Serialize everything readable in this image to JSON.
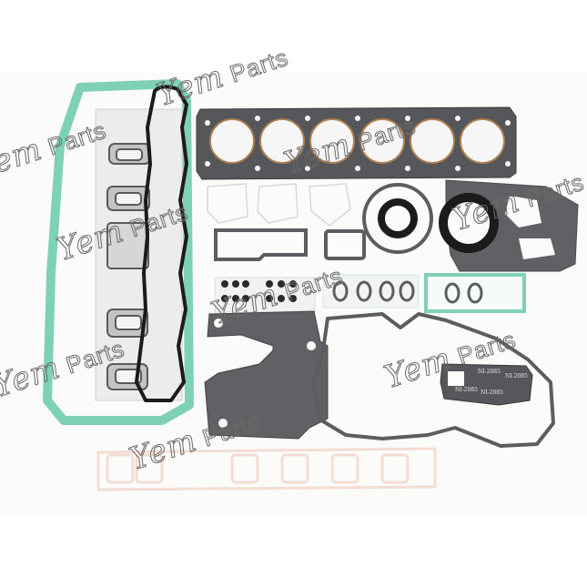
{
  "image": {
    "subject": "Engine full gasket kit (6-cylinder)",
    "background_color": "#ffffff",
    "photo_background": "#fbfbfa",
    "colors": {
      "graphite_gasket": "#5d5f62",
      "green_gasket": "#7fd1b4",
      "rubber_seal": "#1e1e1e",
      "metal_gasket": "#c9c9c9",
      "paper_gasket": "#f6e6dd"
    }
  },
  "watermarks": [
    {
      "text": "Parts",
      "brand": "Yem"
    },
    {
      "text": "Parts",
      "brand": "Yem"
    },
    {
      "text": "Parts",
      "brand": "Yem"
    },
    {
      "text": "Parts",
      "brand": "Yem"
    },
    {
      "text": "Parts",
      "brand": "Yem"
    },
    {
      "text": "Parts",
      "brand": "Yem"
    },
    {
      "text": "Parts",
      "brand": "Yem"
    },
    {
      "text": "Parts",
      "brand": "Yem"
    },
    {
      "text": "Parts",
      "brand": "Yem"
    }
  ],
  "part_labels": [
    "NI-2085",
    "NI-2085",
    "NI-2085",
    "NI-2085"
  ],
  "parts": [
    {
      "name": "cylinder head gasket",
      "cylinders": 6
    },
    {
      "name": "oil pan gasket"
    },
    {
      "name": "valve cover rubber seal"
    },
    {
      "name": "exhaust manifold gaskets"
    },
    {
      "name": "intake manifold gasket"
    },
    {
      "name": "front crankshaft seal"
    },
    {
      "name": "rear crankshaft seal"
    },
    {
      "name": "timing cover gasket"
    },
    {
      "name": "valve stem seals",
      "count": 12
    },
    {
      "name": "thermostat gasket"
    },
    {
      "name": "small flange gaskets"
    }
  ]
}
